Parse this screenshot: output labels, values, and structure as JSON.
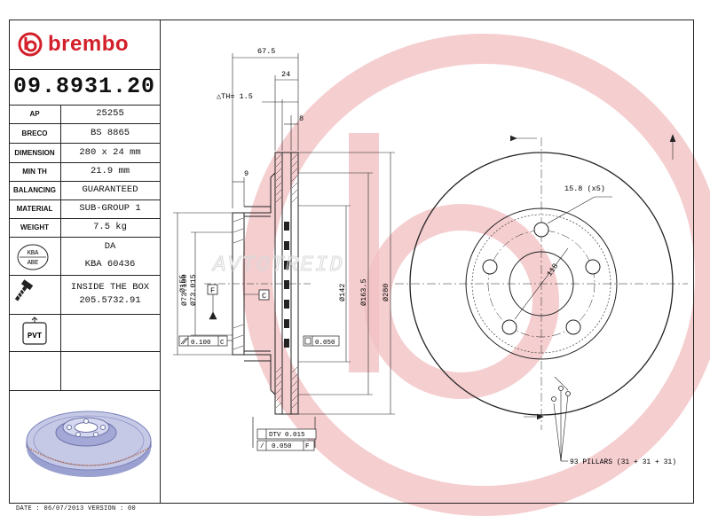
{
  "brand": "brembo",
  "part_number": "09.8931.20",
  "specs": [
    {
      "label": "AP",
      "value": "25255"
    },
    {
      "label": "BRECO",
      "value": "BS 8865"
    },
    {
      "label": "DIMENSION",
      "value": "280 x 24 mm"
    },
    {
      "label": "MIN TH",
      "value": "21.9 mm"
    },
    {
      "label": "BALANCING",
      "value": "GUARANTEED"
    },
    {
      "label": "MATERIAL",
      "value": "SUB-GROUP 1"
    },
    {
      "label": "WEIGHT",
      "value": "7.5 kg"
    }
  ],
  "kba": {
    "badge_top": "KBA",
    "badge_bottom": "ABE",
    "line1": "DA",
    "line2": "KBA 60436"
  },
  "inside_box": {
    "line1": "INSIDE THE BOX",
    "line2": "205.5732.91"
  },
  "pvt_label": "PVT",
  "watermark_text": "AVTOTREID",
  "dimensions": {
    "d67_5": "67.5",
    "d24": "24",
    "th": "△TH= 1.5",
    "d8": "8",
    "d9": "9",
    "d155": "Ø155",
    "d73_100": "Ø73.100",
    "d73_015": "Ø73.015",
    "d142": "Ø142",
    "d163_5": "Ø163.5",
    "d280": "Ø280",
    "hole": "15.8 (x5)",
    "pcd": "118",
    "F": "F",
    "C": "C",
    "tol_c": "0.100",
    "tol_c_ref": "C",
    "tol_flat": "0.050",
    "dtv": "DTV 0.015",
    "runout": "0.050",
    "runout_ref": "F",
    "pillars": "93 PILLARS (31 + 31 + 31)"
  },
  "footer": "DATE : 06/07/2013 VERSION : 00",
  "colors": {
    "brand_red": "#d3202a",
    "watermark": "#f2c2c4",
    "disc_blue": "#8a93c9"
  }
}
